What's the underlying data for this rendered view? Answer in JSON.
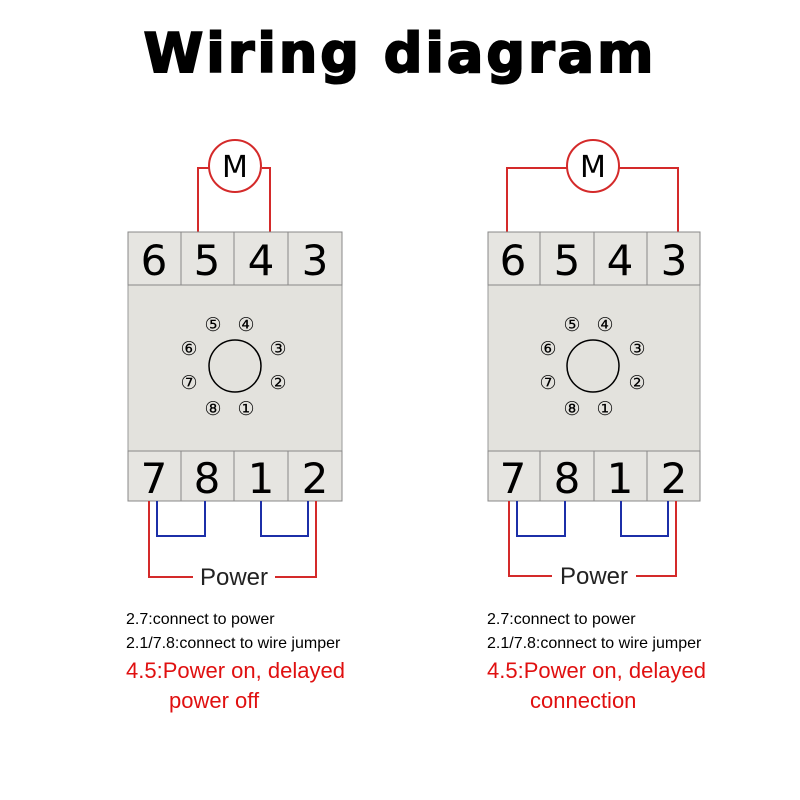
{
  "title": "Wiring diagram",
  "colors": {
    "wire_red": "#d42a2a",
    "jumper_blue": "#1c2fa8",
    "relay_body": "#e3e2dd",
    "terminal_bg": "#e6e5e1",
    "note_red": "#e01010"
  },
  "diagrams": [
    {
      "motor_label": "M",
      "top_terminals": [
        "6",
        "5",
        "4",
        "3"
      ],
      "bottom_terminals": [
        "7",
        "8",
        "1",
        "2"
      ],
      "pins": [
        "⑤",
        "④",
        "⑥",
        "③",
        "⑦",
        "②",
        "⑧",
        "①"
      ],
      "power_label": "Power",
      "notes": {
        "line1": "2.7:connect to power",
        "line2": "2.1/7.8:connect to wire jumper",
        "line3": "4.5:Power on, delayed",
        "line4": "power off"
      }
    },
    {
      "motor_label": "M",
      "top_terminals": [
        "6",
        "5",
        "4",
        "3"
      ],
      "bottom_terminals": [
        "7",
        "8",
        "1",
        "2"
      ],
      "pins": [
        "⑤",
        "④",
        "⑥",
        "③",
        "⑦",
        "②",
        "⑧",
        "①"
      ],
      "power_label": "Power",
      "notes": {
        "line1": "2.7:connect to power",
        "line2": "2.1/7.8:connect to wire jumper",
        "line3": "4.5:Power on, delayed",
        "line4": "connection"
      }
    }
  ]
}
